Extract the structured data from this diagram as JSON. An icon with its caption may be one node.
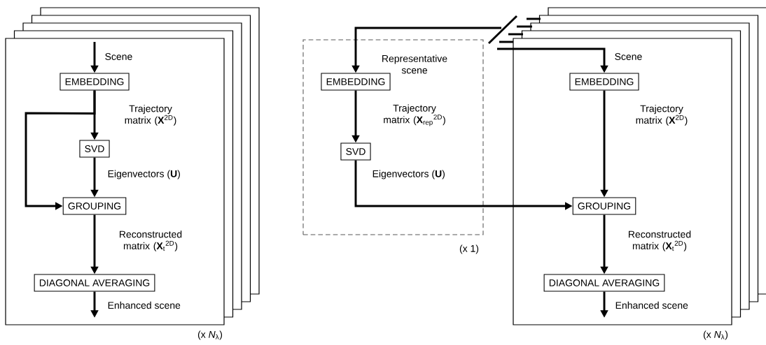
{
  "diagram": {
    "nodes": [
      {
        "text": [],
        "shape": "box",
        "beside": [
          "(x *N*$_{λ}$)"
        ]
      },
      {
        "text": [
          "EMBEDDING"
        ],
        "in": 0
      },
      {
        "text": [
          "SVD"
        ],
        "in": 0
      },
      {
        "text": [
          "GROUPING"
        ],
        "in": 0
      },
      {
        "text": [
          "DIAGONAL AVERAGING"
        ],
        "in": 0
      },
      {
        "text": [],
        "shape": "box",
        "beside": [
          "(x 1)"
        ]
      },
      {
        "text": [
          "EMBEDDING"
        ],
        "in": 5
      },
      {
        "text": [
          "SVD"
        ],
        "in": 5
      },
      {
        "text": [],
        "shape": "box",
        "beside": [
          "(x *N*$_{λ}$)"
        ]
      },
      {
        "text": [
          "EMBEDDING"
        ],
        "in": 8
      },
      {
        "text": [
          "GROUPING"
        ],
        "in": 8
      },
      {
        "text": [
          "DIAGONAL AVERAGING"
        ],
        "in": 8
      }
    ],
    "edges": [
      {
        "from": null,
        "to": 1,
        "arrow": "to",
        "label": "Scene"
      },
      {
        "from": 1,
        "to": 2,
        "arrow": "to",
        "label": "Trajectory matrix (**X**$^{2D}$)"
      },
      {
        "from": 1,
        "to": 3,
        "arrow": "to"
      },
      {
        "from": 2,
        "to": 3,
        "arrow": "to",
        "label": "Eigenvectors (**U**)"
      },
      {
        "from": 3,
        "to": 4,
        "arrow": "to",
        "label": "Reconstructed matrix (**X**$_{t}$$^{2D}$)"
      },
      {
        "from": 4,
        "to": null,
        "arrow": "to",
        "label": "Enhanced scene"
      },
      {
        "from": null,
        "to": 6,
        "arrow": "to",
        "label": "Representative scene"
      },
      {
        "from": 6,
        "to": 7,
        "arrow": "to",
        "label": "Trajectory matrix (**X**$_{rep}$$^{2D}$)"
      },
      {
        "from": 7,
        "to": 10,
        "arrow": "to",
        "label": "Eigenvectors (**U**)"
      },
      {
        "from": null,
        "to": 9,
        "arrow": "to",
        "label": "Scene"
      },
      {
        "from": 9,
        "to": 10,
        "arrow": "to",
        "label": "Trajectory matrix (**X**$^{2D}$)"
      },
      {
        "from": 10,
        "to": 11,
        "arrow": "to",
        "label": "Reconstructed matrix (**X**$_{t}$$^{2D}$)"
      },
      {
        "from": 11,
        "to": null,
        "arrow": "to",
        "label": "Enhanced scene"
      }
    ]
  }
}
